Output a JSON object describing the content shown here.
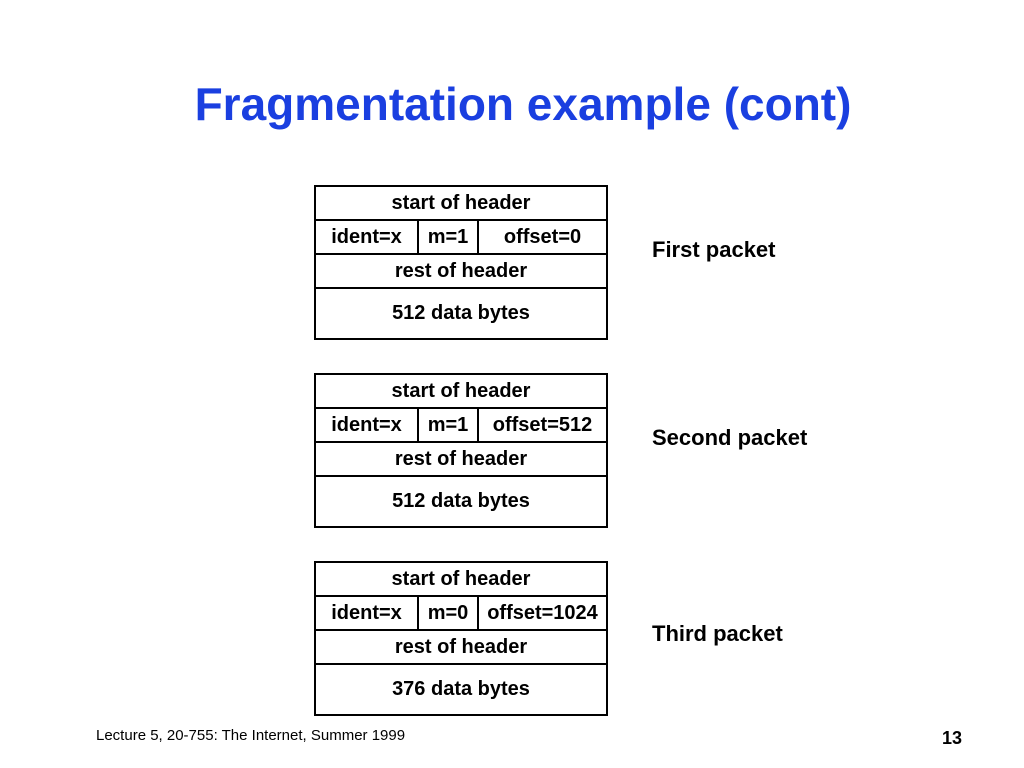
{
  "slide": {
    "title": "Fragmentation example (cont)",
    "footer": "Lecture 5, 20-755: The Internet, Summer 1999",
    "page_number": "13"
  },
  "packets": [
    {
      "label": "First packet",
      "start": "start of header",
      "ident": "ident=x",
      "m": "m=1",
      "offset": "offset=0",
      "rest": "rest of header",
      "data": "512 data bytes"
    },
    {
      "label": "Second packet",
      "start": "start of header",
      "ident": "ident=x",
      "m": "m=1",
      "offset": "offset=512",
      "rest": "rest of header",
      "data": "512 data bytes"
    },
    {
      "label": "Third packet",
      "start": "start of header",
      "ident": "ident=x",
      "m": "m=0",
      "offset": "offset=1024",
      "rest": "rest of header",
      "data": "376 data bytes"
    }
  ]
}
